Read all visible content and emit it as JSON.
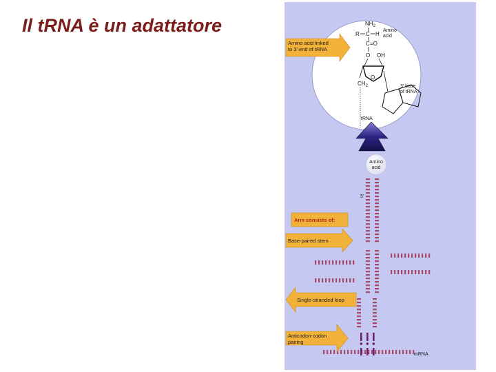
{
  "slide": {
    "title": "Il tRNA è un adattatore"
  },
  "figure": {
    "callouts": {
      "amino_linked_line1": "Amino acid linked",
      "amino_linked_line2": "to 3' end of tRNA",
      "arm_consists": "Arm consists of:",
      "base_paired_stem": "Base-paired stem",
      "single_stranded_loop": "Single-stranded loop",
      "anticodon_line1": "Anticodon-codon",
      "anticodon_line2": "pairing"
    },
    "molecule": {
      "nh2": "NH",
      "nh2_sub": "2",
      "r_group": "R",
      "c": "C",
      "h": "H",
      "c_o": "C",
      "eq_o": "=O",
      "o_link": "O",
      "oh": "OH",
      "o_ring": "O",
      "ch2": "CH",
      "ch2_sub": "2",
      "amino_acid_line1": "Amino",
      "amino_acid_line2": "acid",
      "base_line1": "3' base",
      "base_line2": "of tRNA",
      "trna": "tRNA"
    },
    "ball": {
      "line1": "Amino",
      "line2": "acid"
    },
    "five_prime": "5'",
    "mrna": "mRNA"
  },
  "colors": {
    "title": "#7b1d1a",
    "background_panel": "#c5c9f1",
    "callout_fill": "#f2b23a",
    "trna_strand": "#a6486a",
    "codon": "#6e1f70"
  }
}
